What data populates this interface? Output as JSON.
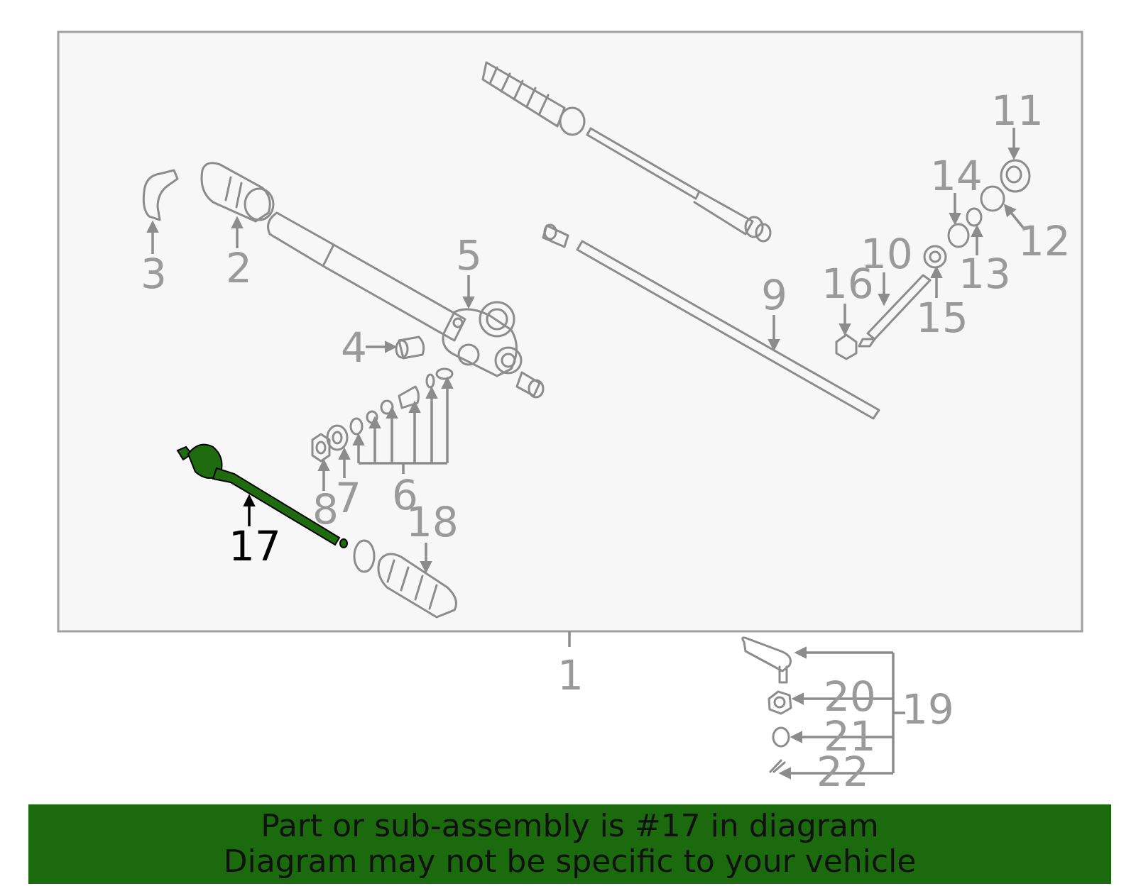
{
  "colors": {
    "frame_fill": "#f7f7f7",
    "frame_stroke": "#a0a0a0",
    "part_stroke": "#8c8c8c",
    "highlight_fill": "#1f6b10",
    "highlight_label": "#000000",
    "footer_bg": "#1b6b0e",
    "footer_text": "#111111"
  },
  "diagram": {
    "callouts": {
      "c1": "1",
      "c2": "2",
      "c3": "3",
      "c4": "4",
      "c5": "5",
      "c6": "6",
      "c7": "7",
      "c8": "8",
      "c9": "9",
      "c10": "10",
      "c11": "11",
      "c12": "12",
      "c13": "13",
      "c14": "14",
      "c15": "15",
      "c16": "16",
      "c17": "17",
      "c18": "18",
      "c19": "19",
      "c20": "20",
      "c21": "21",
      "c22": "22"
    },
    "highlighted_part": "17"
  },
  "footer": {
    "line1": "Part or sub-assembly is #17 in diagram",
    "line2": "Diagram may not be specific to your vehicle"
  }
}
